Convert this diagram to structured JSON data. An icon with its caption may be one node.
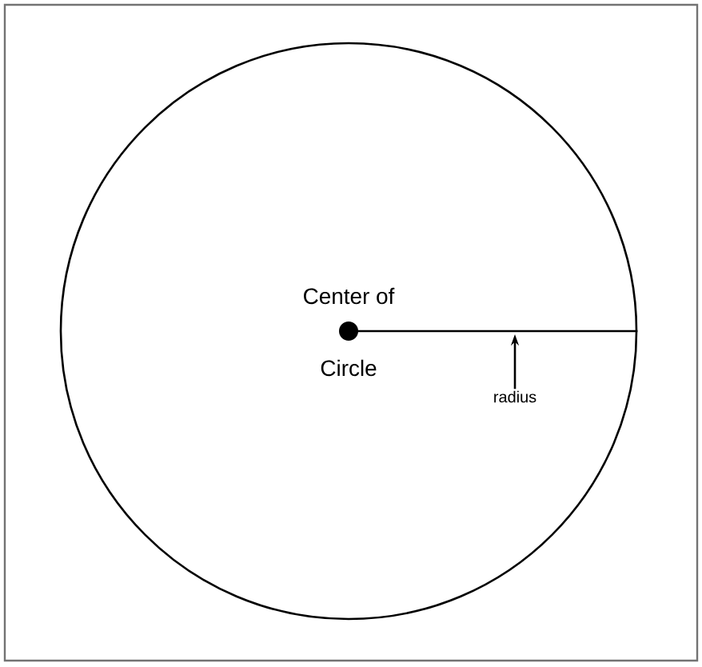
{
  "diagram": {
    "nodes": [
      {
        "text": [],
        "shape": "circle"
      },
      {
        "text": [],
        "shape": "circle",
        "in": 0,
        "beside": [
          "Center of",
          "Circle"
        ]
      },
      {
        "text": [
          "radius"
        ],
        "in": 0
      }
    ],
    "edges": [
      {
        "from": 1,
        "to": 0,
        "arrow": "none"
      },
      {
        "from": 2,
        "to": null,
        "arrow": "to"
      }
    ]
  }
}
